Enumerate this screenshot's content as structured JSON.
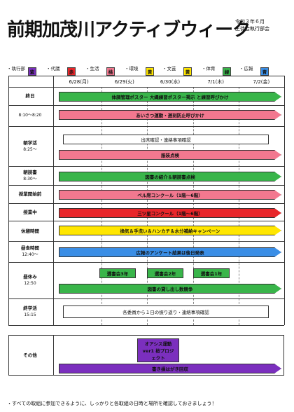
{
  "header": {
    "title": "前期加茂川アクティブウィーク",
    "issue_date": "令和３年６月",
    "issuer": "生徒会執行部会"
  },
  "committees": [
    {
      "label": "・執行部",
      "chip": "紫",
      "color": "#7b2fbe"
    },
    {
      "label": "・代議",
      "chip": "赤",
      "color": "#e8262a"
    },
    {
      "label": "・生活",
      "chip": "桃",
      "color": "#f2788f"
    },
    {
      "label": "・環境",
      "chip": "黄",
      "color": "#ffe600"
    },
    {
      "label": "・文芸",
      "chip": "黄",
      "color": "#ffe600"
    },
    {
      "label": "・体育",
      "chip": "緑",
      "color": "#39b54a"
    },
    {
      "label": "・広報",
      "chip": "青",
      "color": "#3a8ee6"
    }
  ],
  "dates": [
    "6/28(月)",
    "6/29(火)",
    "6/30(水)",
    "7/1(木)",
    "7/2(金)"
  ],
  "rows": [
    {
      "label": "終日",
      "sub": ""
    },
    {
      "label": "",
      "sub": "8:10～8:20"
    },
    {
      "label": "朝学活",
      "sub": "8:25～"
    },
    {
      "label": "朝読書",
      "sub": "8:30～"
    },
    {
      "label": "授業開始前",
      "sub": ""
    },
    {
      "label": "授業中",
      "sub": ""
    },
    {
      "label": "休憩時間",
      "sub": ""
    },
    {
      "label": "昼食時間",
      "sub": "12:40～"
    },
    {
      "label": "昼休み",
      "sub": "12:50"
    },
    {
      "label": "終学活",
      "sub": "15:15"
    }
  ],
  "activities": {
    "all_day": "体調管理ポスター 大縄練習ポスター掲示 と練習呼びかけ",
    "greeting": "あいさつ運動・遅刻防止呼びかけ",
    "attendance": "出席確認・連絡事項確認",
    "uniform_check": "服装点検",
    "reading": "図書の紹介＆朝読書点検",
    "bell": "ベル席コンクール（1階～6階）",
    "three_star": "三ツ星コンクール（1階～6階）",
    "health": "換気＆手洗い＆ハンカチ＆水分補給キャンペーン",
    "survey": "広報のアンケート結果は後日発表",
    "book_lending": "図書の貸し出し数競争",
    "homeroom_end": "各委員から１日の振り返り・連絡事項確認"
  },
  "selection_chips": [
    "選書会3年",
    "選書会2年",
    "選書会1年"
  ],
  "other": {
    "label": "その他",
    "project_lines": [
      "オアシス運動",
      "ver1 桜プロジ",
      "ェクト"
    ],
    "letter": "書き損はがき回収"
  },
  "footer_note": "・すべての取組に参加できるように、しっかりと各取組の日時と場所を確認しておきましょう！"
}
